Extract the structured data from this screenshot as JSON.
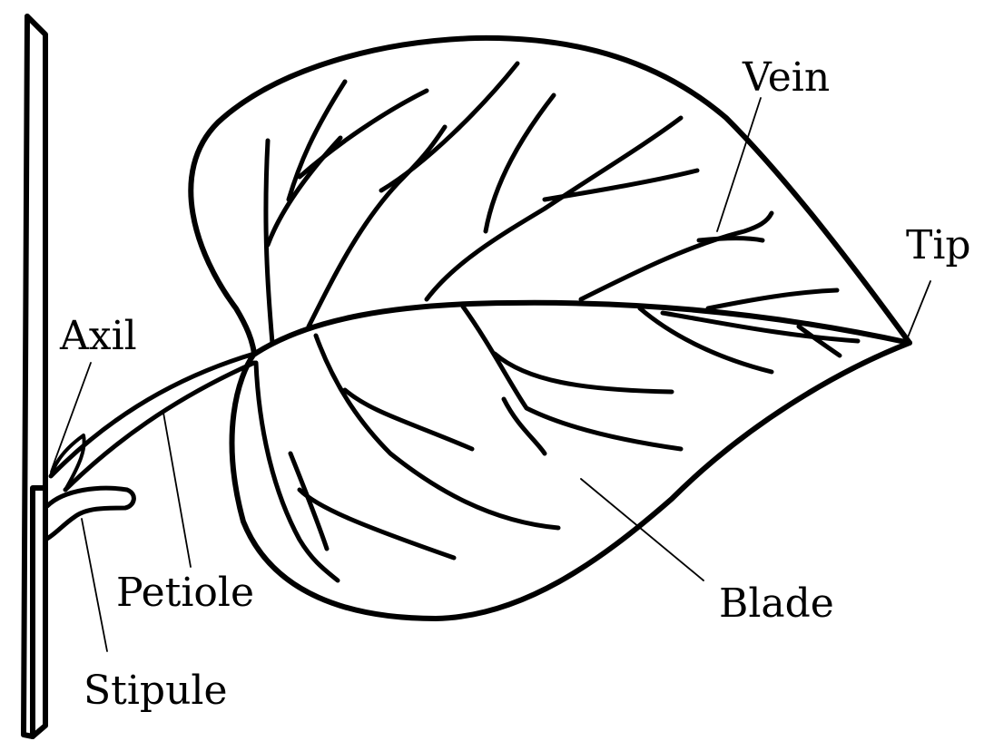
{
  "labels": {
    "vein": "Vein",
    "tip": "Tip",
    "axil": "Axil",
    "petiole": "Petiole",
    "blade": "Blade",
    "stipule": "Stipule"
  },
  "colors": {
    "ink": "#000000",
    "background": "#ffffff"
  }
}
